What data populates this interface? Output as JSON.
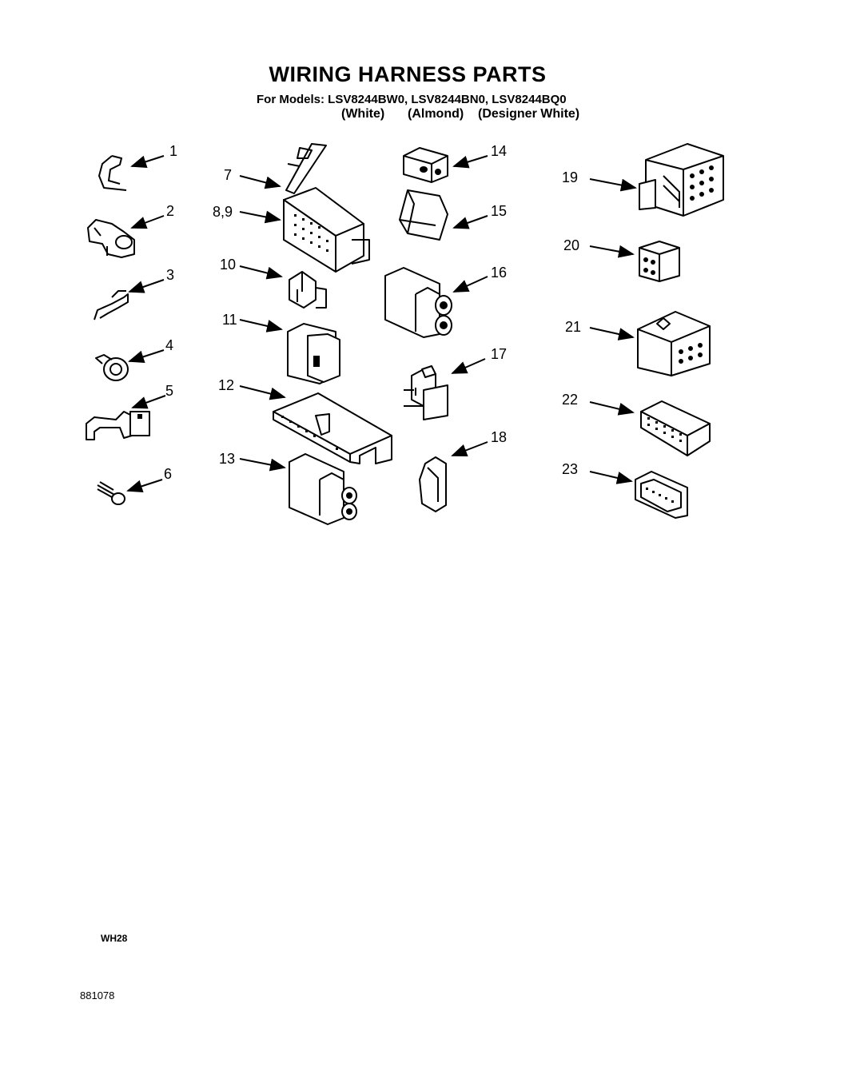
{
  "title": "WIRING HARNESS PARTS",
  "models_line": "For Models: LSV8244BW0, LSV8244BN0, LSV8244BQ0",
  "colors": [
    "(White)",
    "(Almond)",
    "(Designer White)"
  ],
  "callouts": [
    "1",
    "2",
    "3",
    "4",
    "5",
    "6",
    "7",
    "8,9",
    "10",
    "11",
    "12",
    "13",
    "14",
    "15",
    "16",
    "17",
    "18",
    "19",
    "20",
    "21",
    "22",
    "23"
  ],
  "footer_code": "WH28",
  "doc_number": "881078"
}
